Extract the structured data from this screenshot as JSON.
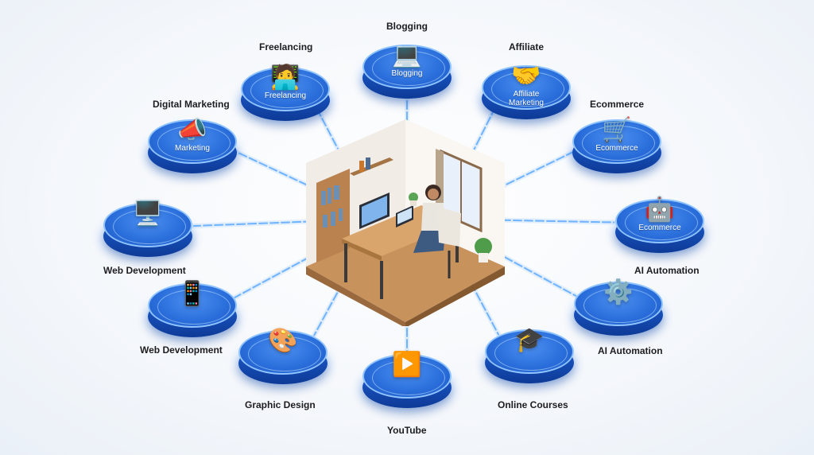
{
  "diagram": {
    "center": {
      "name": "home-office",
      "label": ""
    },
    "nodes": [
      {
        "id": "blogging",
        "caption": "Blogging",
        "disc_label": "Blogging",
        "icon": "laptop-icon"
      },
      {
        "id": "freelancing",
        "caption": "Freelancing",
        "disc_label": "Freelancing",
        "icon": "desk-worker-icon"
      },
      {
        "id": "affiliate",
        "caption": "Affiliate",
        "disc_label": "Affiliate\nMarketing",
        "icon": "handshake-icon"
      },
      {
        "id": "digital-marketing",
        "caption": "Digital Marketing",
        "disc_label": "Marketing",
        "icon": "megaphone-icon"
      },
      {
        "id": "ecommerce",
        "caption": "Ecommerce",
        "disc_label": "Ecommerce",
        "icon": "shopping-cart-icon"
      },
      {
        "id": "web-development-1",
        "caption": "Web Development",
        "disc_label": "",
        "icon": "code-window-icon"
      },
      {
        "id": "ai-automation-1",
        "caption": "AI Automation",
        "disc_label": "Ecommerce",
        "icon": "robot-icon"
      },
      {
        "id": "web-development-2",
        "caption": "Web Development",
        "disc_label": "",
        "icon": "code-devices-icon"
      },
      {
        "id": "ai-automation-2",
        "caption": "AI Automation",
        "disc_label": "",
        "icon": "robot-gear-icon"
      },
      {
        "id": "graphic-design",
        "caption": "Graphic Design",
        "disc_label": "",
        "icon": "palette-icon"
      },
      {
        "id": "online-courses",
        "caption": "Online Courses",
        "disc_label": "",
        "icon": "graduation-cap-icon"
      },
      {
        "id": "youtube",
        "caption": "YouTube",
        "disc_label": "",
        "icon": "video-play-icon"
      }
    ],
    "colors": {
      "disc": "#2b6fdc",
      "disc_edge": "#8fc4ff",
      "link": "#6fb3ff",
      "link_glow": "#ffb27a",
      "caption": "#1d1d1f"
    }
  }
}
